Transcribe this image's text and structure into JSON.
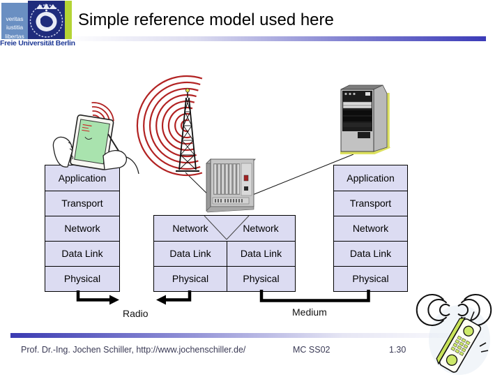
{
  "slide": {
    "title": "Simple reference model used here",
    "footer_author": "Prof. Dr.-Ing. Jochen Schiller, http://www.jochenschiller.de/",
    "footer_course": "MC SS02",
    "footer_page": "1.30"
  },
  "logo": {
    "motto_line1": "veritas",
    "motto_line2": "iustitia",
    "motto_line3": "libertas",
    "institution": "Freie Universität Berlin"
  },
  "diagram": {
    "left_stack": {
      "layers": [
        "Application",
        "Transport",
        "Network",
        "Data Link",
        "Physical"
      ]
    },
    "middle_stack": {
      "network_left": "Network",
      "network_right": "Network",
      "datalink_left": "Data Link",
      "datalink_right": "Data Link",
      "physical_left": "Physical",
      "physical_right": "Physical"
    },
    "right_stack": {
      "layers": [
        "Application",
        "Transport",
        "Network",
        "Data Link",
        "Physical"
      ]
    },
    "labels": {
      "radio": "Radio",
      "medium": "Medium"
    },
    "icons": {
      "pda": "pda-icon",
      "tower": "radio-tower-icon",
      "tower_waves": "radio-waves-icon",
      "router": "access-router-icon",
      "server": "server-icon",
      "phone": "mobile-phone-icon"
    }
  },
  "colors": {
    "stack_fill": "#dcdcf2",
    "wave_red": "#b22222",
    "top_bar_blue": "#3b3bb8",
    "bottom_bar_blue": "#3b3bb2",
    "footer_text": "#3a3a55",
    "logo_blue": "#6a8fc2",
    "logo_green": "#b4d435",
    "seal_navy": "#1f2c7c",
    "phone_green": "#cde968",
    "pda_screen_green": "#a9e3ae"
  }
}
